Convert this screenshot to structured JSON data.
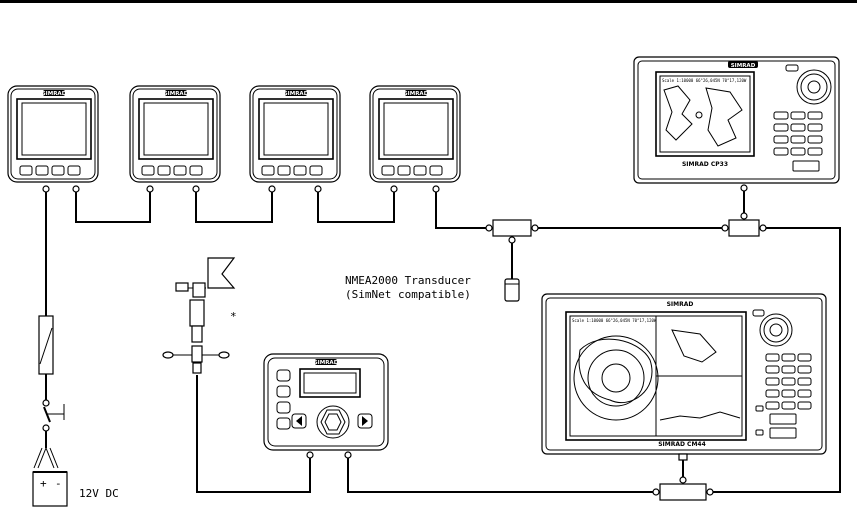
{
  "labels": {
    "transducer_line1": "NMEA2000 Transducer",
    "transducer_line2": "(SimNet compatible)",
    "power": "12V DC",
    "battery_plus": "+",
    "battery_minus": "-",
    "asterisk": "*"
  },
  "brand": "SIMRAD",
  "cp33": {
    "brand": "SIMRAD",
    "model_label": "SIMRAD CP33",
    "screen_header": "Scale 1:10000  66°26,045N  70°17,120W"
  },
  "cm44": {
    "brand": "SIMRAD",
    "model_label": "SIMRAD CM44",
    "screen_header": "Scale 1:10000  66°26,045N  70°17,120W"
  }
}
